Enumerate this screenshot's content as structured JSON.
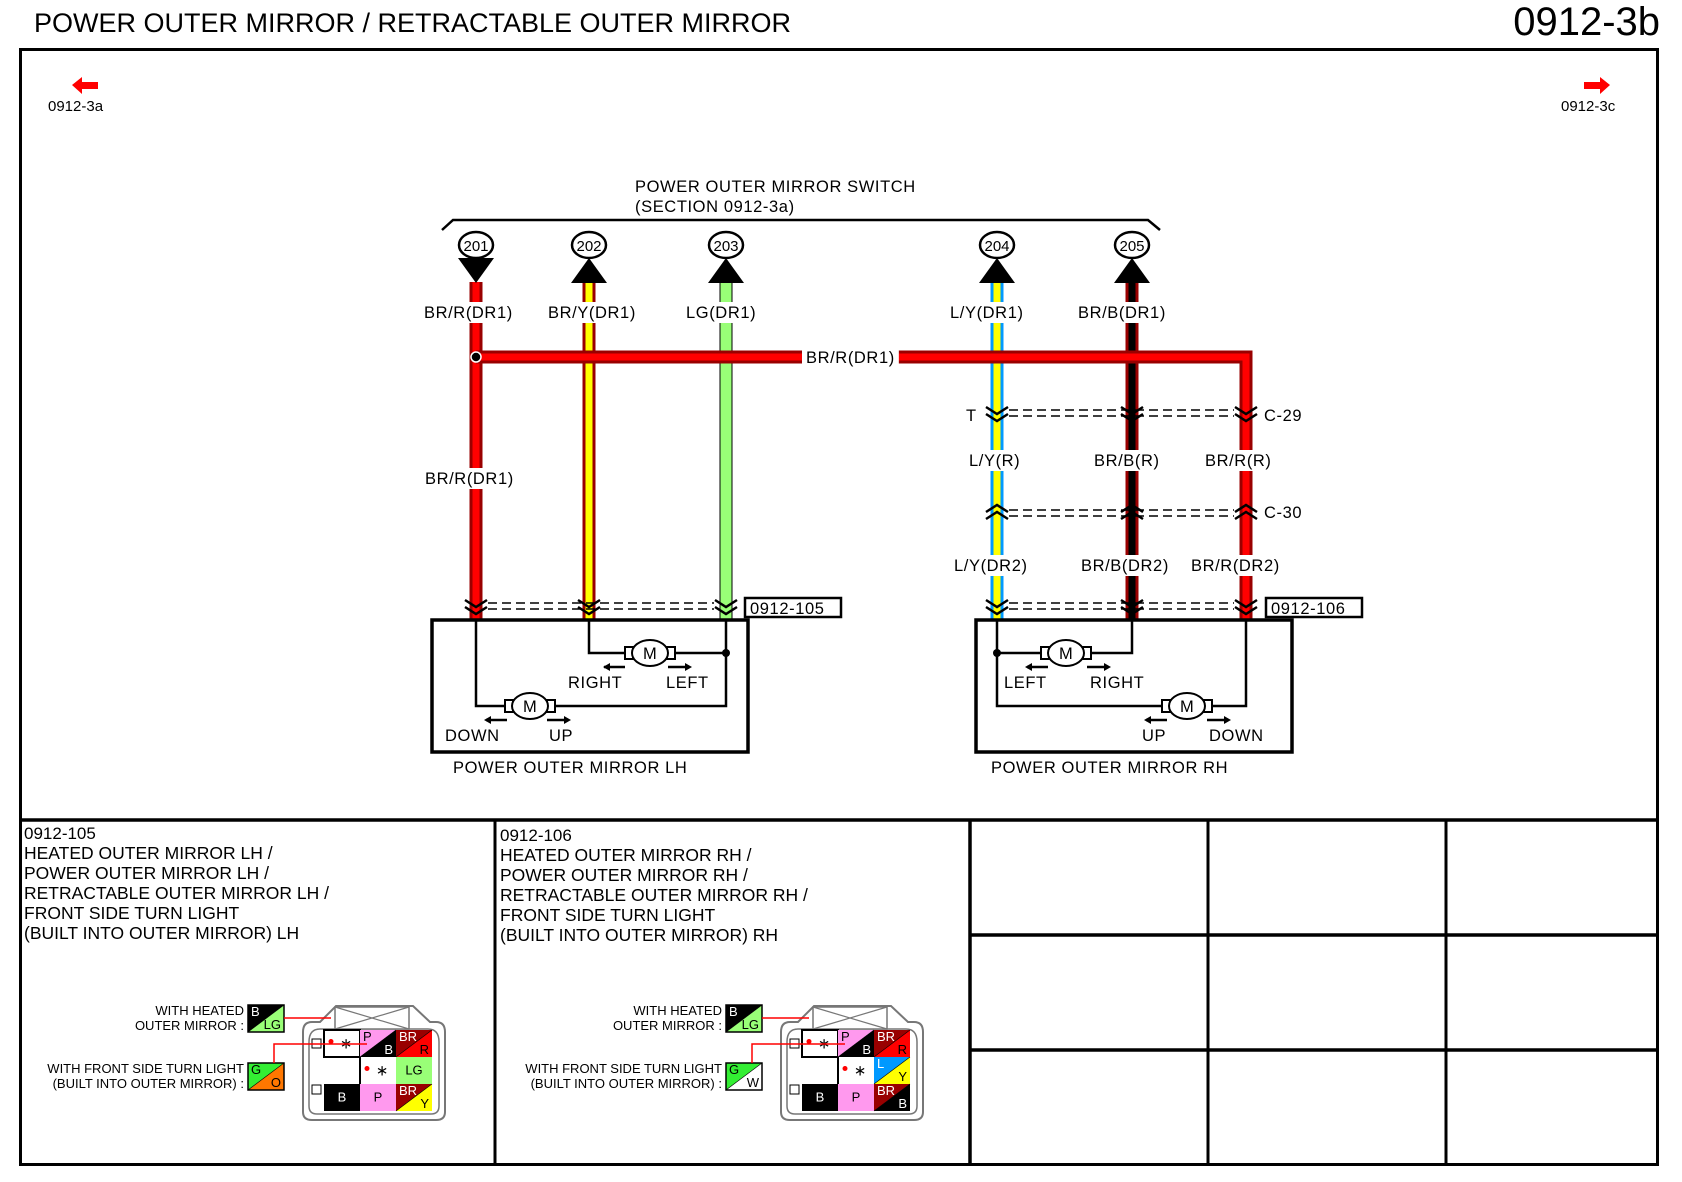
{
  "header": {
    "title": "POWER OUTER MIRROR / RETRACTABLE OUTER MIRROR",
    "page_code": "0912-3b"
  },
  "navigation": {
    "prev": {
      "label": "0912-3a",
      "icon": "arrow-left-icon",
      "color": "#ff0000"
    },
    "next": {
      "label": "0912-3c",
      "icon": "arrow-right-icon",
      "color": "#ff0000"
    }
  },
  "switch": {
    "title_line1": "POWER OUTER MIRROR SWITCH",
    "title_line2": "(SECTION 0912-3a)",
    "terminals": [
      {
        "id": "201",
        "direction": "down"
      },
      {
        "id": "202",
        "direction": "up"
      },
      {
        "id": "203",
        "direction": "up"
      },
      {
        "id": "204",
        "direction": "up"
      },
      {
        "id": "205",
        "direction": "up"
      }
    ]
  },
  "wires": {
    "w201_top": "BR/R(DR1)",
    "w202_top": "BR/Y(DR1)",
    "w203_top": "LG(DR1)",
    "w204_top": "L/Y(DR1)",
    "w205_top": "BR/B(DR1)",
    "bus": "BR/R(DR1)",
    "w201_mid": "BR/R(DR1)",
    "rh_r_1": "L/Y(R)",
    "rh_r_2": "BR/B(R)",
    "rh_r_3": "BR/R(R)",
    "rh_dr2_1": "L/Y(DR2)",
    "rh_dr2_2": "BR/B(DR2)",
    "rh_dr2_3": "BR/R(DR2)"
  },
  "wire_colors": {
    "BR": "#990000",
    "R": "#ff0000",
    "Y": "#ffff00",
    "LG": "#99ff77",
    "L": "#0099ff",
    "B": "#000000",
    "P": "#ff99ee",
    "G": "#33ee33",
    "O": "#ff7700",
    "W": "#ffffff"
  },
  "connectors": {
    "t_label": "T",
    "c29": "C-29",
    "c30": "C-30",
    "lh_ref": "0912-105",
    "rh_ref": "0912-106"
  },
  "mirror_lh": {
    "title": "POWER OUTER MIRROR LH",
    "motor_symbol": "M",
    "motor1": {
      "left": "RIGHT",
      "right": "LEFT"
    },
    "motor2": {
      "left": "DOWN",
      "right": "UP"
    }
  },
  "mirror_rh": {
    "title": "POWER OUTER MIRROR RH",
    "motor_symbol": "M",
    "motor1": {
      "left": "LEFT",
      "right": "RIGHT"
    },
    "motor2": {
      "left": "UP",
      "right": "DOWN"
    }
  },
  "connector_panels": [
    {
      "code": "0912-105",
      "description": "HEATED OUTER MIRROR LH /\nPOWER OUTER MIRROR LH /\nRETRACTABLE OUTER MIRROR LH /\nFRONT SIDE TURN LIGHT\n(BUILT INTO OUTER MIRROR) LH",
      "note_heated": {
        "line1": "WITH HEATED",
        "line2": "OUTER MIRROR :",
        "top": "B",
        "bottom": "LG"
      },
      "note_turn": {
        "line1": "WITH FRONT SIDE TURN LIGHT",
        "line2": "(BUILT INTO OUTER MIRROR) :",
        "top": "G",
        "bottom": "O"
      },
      "pins": [
        [
          "*",
          "P/B",
          "BR/R"
        ],
        [
          "",
          "*",
          "LG"
        ],
        [
          "B",
          "P",
          "BR/Y"
        ]
      ]
    },
    {
      "code": "0912-106",
      "description": "HEATED OUTER MIRROR RH /\nPOWER OUTER MIRROR RH /\nRETRACTABLE OUTER MIRROR RH /\nFRONT SIDE TURN LIGHT\n(BUILT INTO OUTER MIRROR) RH",
      "note_heated": {
        "line1": "WITH HEATED",
        "line2": "OUTER MIRROR :",
        "top": "B",
        "bottom": "LG"
      },
      "note_turn": {
        "line1": "WITH FRONT SIDE TURN LIGHT",
        "line2": "(BUILT INTO OUTER MIRROR) :",
        "top": "G",
        "bottom": "W"
      },
      "pins": [
        [
          "*",
          "P/B",
          "BR/R"
        ],
        [
          "",
          "*",
          "L/Y"
        ],
        [
          "B",
          "P",
          "BR/B"
        ]
      ]
    }
  ],
  "pin_text": {
    "star": "*",
    "P": "P",
    "B": "B",
    "BR": "BR",
    "R": "R",
    "LG": "LG",
    "Y": "Y",
    "L": "L"
  }
}
